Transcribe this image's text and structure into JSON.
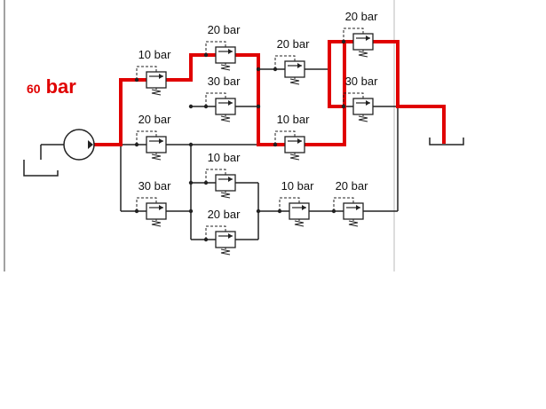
{
  "system_pressure": {
    "value": "60",
    "unit": "bar"
  },
  "valves": [
    {
      "id": "v1",
      "label": "10 bar"
    },
    {
      "id": "v2",
      "label": "20 bar"
    },
    {
      "id": "v3",
      "label": "30 bar"
    },
    {
      "id": "v4",
      "label": "20 bar"
    },
    {
      "id": "v5",
      "label": "20 bar"
    },
    {
      "id": "v6",
      "label": "20 bar"
    },
    {
      "id": "v7",
      "label": "30 bar"
    },
    {
      "id": "v8",
      "label": "10 bar"
    },
    {
      "id": "v9",
      "label": "30 bar"
    },
    {
      "id": "v10",
      "label": "10 bar"
    },
    {
      "id": "v11",
      "label": "20 bar"
    },
    {
      "id": "v12",
      "label": "10 bar"
    },
    {
      "id": "v13",
      "label": "20 bar"
    }
  ],
  "colors": {
    "active_path": "#e00000",
    "line": "#222222"
  }
}
